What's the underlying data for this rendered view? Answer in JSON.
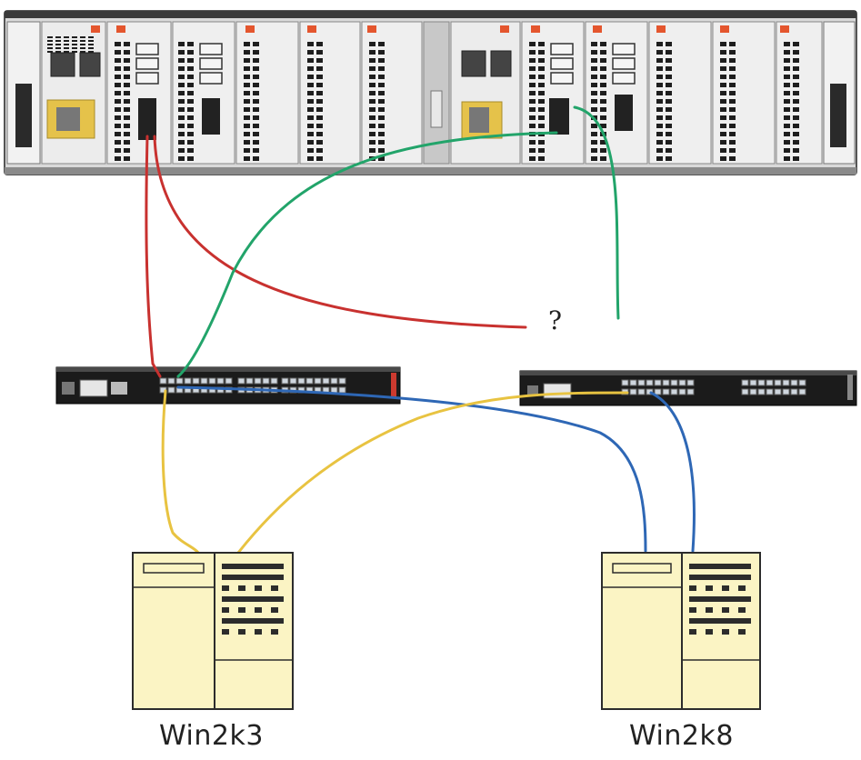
{
  "diagram": {
    "question_mark": "?",
    "hosts": [
      {
        "id": "win2k3",
        "label": "Win2k3"
      },
      {
        "id": "win2k8",
        "label": "Win2k8"
      }
    ],
    "storage_array": {
      "name": "storage-enclosure",
      "controller_count": 2
    },
    "switches": [
      {
        "name": "fc-switch-left"
      },
      {
        "name": "fc-switch-right"
      }
    ],
    "colors": {
      "red_link": "#c8312f",
      "green_link": "#22a46a",
      "yellow_link": "#e8c341",
      "blue_link": "#2e67b5",
      "server_fill": "#fbf4c4",
      "server_stroke": "#2c2c2c",
      "chassis": "#e9e9e9",
      "chassis_dark": "#2a2a2a",
      "switch_body": "#1b1b1b",
      "port_yellow": "#e5c24a",
      "accent_orange": "#e4562e"
    }
  }
}
